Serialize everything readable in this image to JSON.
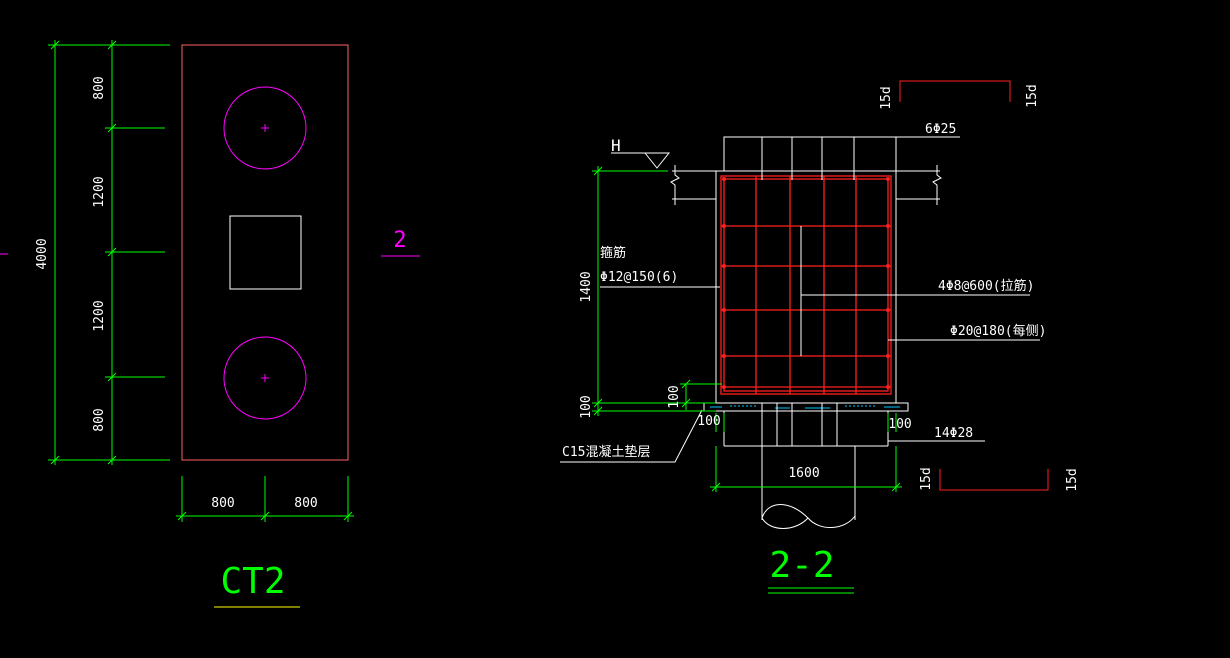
{
  "colors": {
    "background": "#000000",
    "dimension": "#00ff00",
    "outline": "#ffffff",
    "rebar": "#ff2020",
    "pile": "#ff00ff",
    "plan_outline": "#ff6060",
    "title": "#00ff00",
    "underline": "#ffff00",
    "hatch": "#00c8ff"
  },
  "plan": {
    "dim_total": "4000",
    "dim_top": "800",
    "dim_mid1": "1200",
    "dim_mid2": "1200",
    "dim_bottom": "800",
    "dim_left": "800",
    "dim_right": "800",
    "section_mark": "2",
    "title": "CT2"
  },
  "section": {
    "level_mark": "H",
    "top_bar": "6Φ25",
    "hook_left_top": "15d",
    "hook_right_top": "15d",
    "stirrup_title": "箍筋",
    "stirrup_spec": "Φ12@150(6)",
    "tie_bar": "4Φ8@600(拉筋)",
    "side_bar": "Φ20@180(每侧)",
    "height_dim": "1400",
    "cover_dim": "100",
    "cover_dim_inner": "100",
    "cover_left": "100",
    "cover_right": "100",
    "bottom_bar": "14Φ28",
    "cushion": "C15混凝土垫层",
    "width_dim": "1600",
    "hook_left_bottom": "15d",
    "hook_right_bottom": "15d",
    "title": "2-2"
  }
}
